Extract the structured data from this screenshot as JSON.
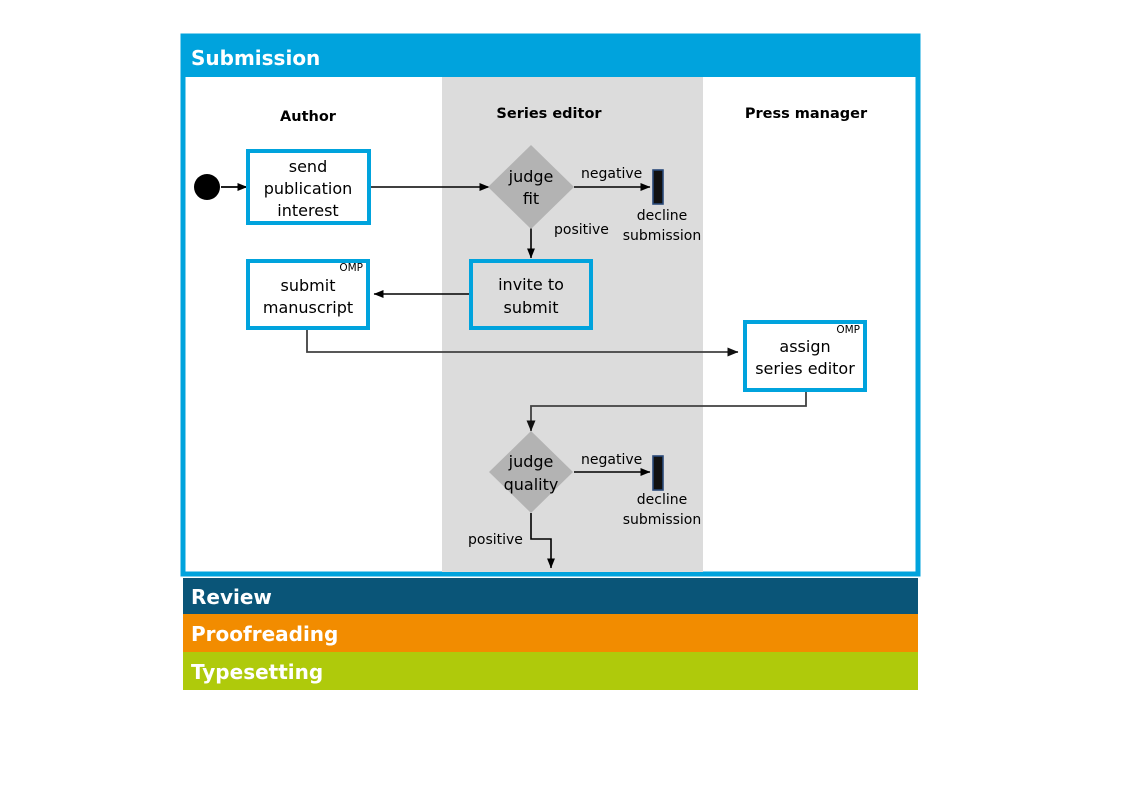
{
  "colors": {
    "accent_blue": "#00a3dd",
    "phase_review": "#0a5578",
    "phase_proofreading": "#f28c00",
    "phase_typesetting": "#afca0b",
    "lane_highlight": "#dcdcdc",
    "decision_fill": "#b3b3b3",
    "node_fill": "#ffffff",
    "edge_stroke": "#404040",
    "text_dark": "#000000",
    "text_light": "#ffffff"
  },
  "phases": [
    {
      "id": "submission",
      "label": "Submission",
      "color": "#00a3dd",
      "expanded": true
    },
    {
      "id": "review",
      "label": "Review",
      "color": "#0a5578",
      "expanded": false
    },
    {
      "id": "proofreading",
      "label": "Proofreading",
      "color": "#f28c00",
      "expanded": false
    },
    {
      "id": "typesetting",
      "label": "Typesetting",
      "color": "#afca0b",
      "expanded": false
    }
  ],
  "lanes": [
    {
      "id": "author",
      "label": "Author",
      "highlighted": false
    },
    {
      "id": "series-editor",
      "label": "Series editor",
      "highlighted": true
    },
    {
      "id": "press-manager",
      "label": "Press manager",
      "highlighted": false
    }
  ],
  "nodes": {
    "start": {
      "type": "start-node",
      "lane": "author"
    },
    "send_publication": {
      "type": "activity",
      "lane": "author",
      "label_lines": [
        "send",
        "publication",
        "interest"
      ],
      "badge": ""
    },
    "judge_fit": {
      "type": "decision",
      "lane": "series-editor",
      "label_lines": [
        "judge",
        "fit"
      ]
    },
    "decline_1": {
      "type": "end-node",
      "lane": "series-editor",
      "label_lines": [
        "decline",
        "submission"
      ]
    },
    "invite_to_submit": {
      "type": "activity",
      "lane": "series-editor",
      "label_lines": [
        "invite to",
        "submit"
      ],
      "badge": ""
    },
    "submit_manuscript": {
      "type": "activity",
      "lane": "author",
      "label_lines": [
        "submit",
        "manuscript"
      ],
      "badge": "OMP"
    },
    "assign_series_editor": {
      "type": "activity",
      "lane": "press-manager",
      "label_lines": [
        "assign",
        "series editor"
      ],
      "badge": "OMP"
    },
    "judge_quality": {
      "type": "decision",
      "lane": "series-editor",
      "label_lines": [
        "judge",
        "quality"
      ]
    },
    "decline_2": {
      "type": "end-node",
      "lane": "series-editor",
      "label_lines": [
        "decline",
        "submission"
      ]
    }
  },
  "edges": [
    {
      "from": "start",
      "to": "send_publication",
      "label": ""
    },
    {
      "from": "send_publication",
      "to": "judge_fit",
      "label": ""
    },
    {
      "from": "judge_fit",
      "to": "decline_1",
      "label": "negative"
    },
    {
      "from": "judge_fit",
      "to": "invite_to_submit",
      "label": "positive"
    },
    {
      "from": "invite_to_submit",
      "to": "submit_manuscript",
      "label": ""
    },
    {
      "from": "submit_manuscript",
      "to": "assign_series_editor",
      "label": ""
    },
    {
      "from": "assign_series_editor",
      "to": "judge_quality",
      "label": ""
    },
    {
      "from": "judge_quality",
      "to": "decline_2",
      "label": "negative"
    },
    {
      "from": "judge_quality",
      "to": "review_phase",
      "label": "positive"
    }
  ]
}
